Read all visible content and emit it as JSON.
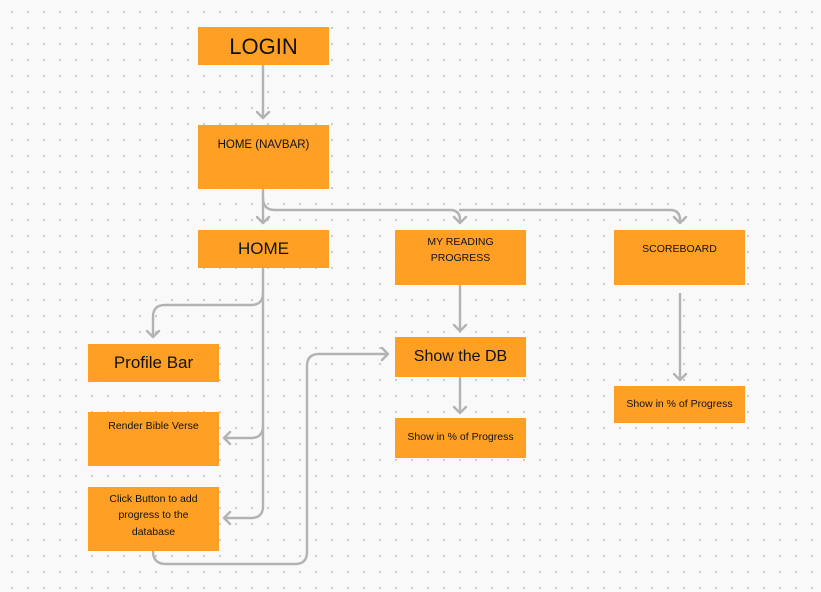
{
  "theme": {
    "node_fill": "#ffa024",
    "connector_color": "#b3b3b3",
    "canvas_background": "#f9f9f9",
    "grid_dot_color": "#c9c9c9"
  },
  "nodes": {
    "login": "LOGIN",
    "home_navbar": "HOME (NAVBAR)",
    "home": "HOME",
    "reading_progress": [
      "MY READING",
      "PROGRESS"
    ],
    "scoreboard": "SCOREBOARD",
    "profile_bar": "Profile Bar",
    "render_bible_verse": "Render Bible Verse",
    "click_button": [
      "Click Button to add",
      "progress to the",
      "database"
    ],
    "show_db": "Show the DB",
    "show_progress_reading": "Show in % of Progress",
    "show_progress_scoreboard": "Show in % of Progress"
  },
  "connections": [
    {
      "from": "LOGIN",
      "to": "HOME (NAVBAR)"
    },
    {
      "from": "HOME (NAVBAR)",
      "to": "HOME"
    },
    {
      "from": "HOME (NAVBAR)",
      "to": "MY READING PROGRESS"
    },
    {
      "from": "HOME (NAVBAR)",
      "to": "SCOREBOARD"
    },
    {
      "from": "HOME",
      "to": "Profile Bar"
    },
    {
      "from": "HOME",
      "to": "Render Bible Verse"
    },
    {
      "from": "HOME",
      "to": "Click Button to add progress to the database"
    },
    {
      "from": "MY READING PROGRESS",
      "to": "Show the DB"
    },
    {
      "from": "Click Button to add progress to the database",
      "to": "Show the DB"
    },
    {
      "from": "Show the DB",
      "to": "Show in % of Progress"
    },
    {
      "from": "SCOREBOARD",
      "to": "Show in % of Progress"
    }
  ]
}
